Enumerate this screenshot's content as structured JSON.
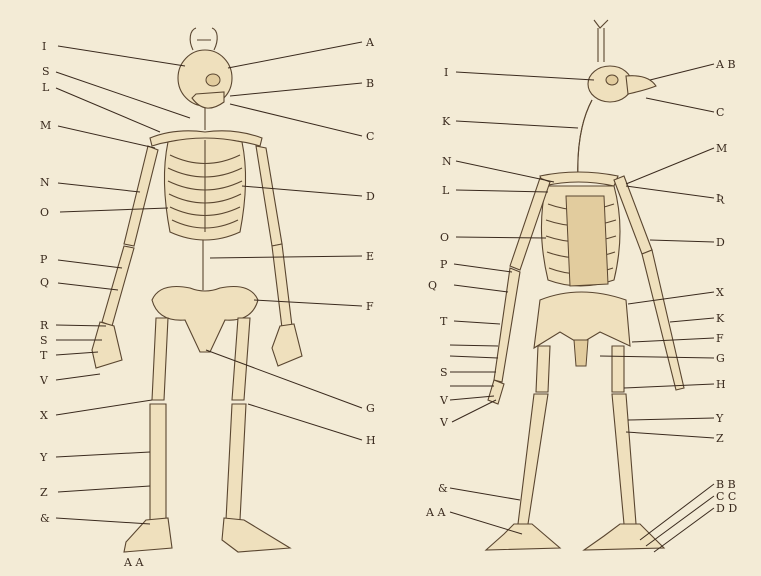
{
  "colors": {
    "paper": "#f3ebd6",
    "ink": "#3a2a1e",
    "bone": "#efe0bd"
  },
  "human": {
    "labels": {
      "I": "I",
      "S": "S",
      "L": "L",
      "M": "M",
      "N": "N",
      "O": "O",
      "P": "P",
      "Q": "Q",
      "R": "R",
      "S2": "S",
      "T": "T",
      "V": "V",
      "X": "X",
      "Y": "Y",
      "Z": "Z",
      "AMP": "&",
      "AA": "A A",
      "A": "A",
      "B": "B",
      "C": "C",
      "D": "D",
      "E": "E",
      "F": "F",
      "G": "G",
      "H": "H"
    }
  },
  "bird": {
    "labels": {
      "I": "I",
      "K": "K",
      "N": "N",
      "L": "L",
      "O": "O",
      "P": "P",
      "Q": "Q",
      "T": "T",
      "S": "S",
      "V1": "V",
      "V2": "V",
      "AMP": "&",
      "AA": "A A",
      "AB": "A B",
      "C": "C",
      "M": "M",
      "R": "Ʀ",
      "D": "D",
      "X": "X",
      "K2": "K",
      "F": "F",
      "G": "G",
      "H": "H",
      "Y": "Y",
      "Z": "Z",
      "BB": "B B",
      "CC": "C C",
      "DD": "D D"
    }
  }
}
